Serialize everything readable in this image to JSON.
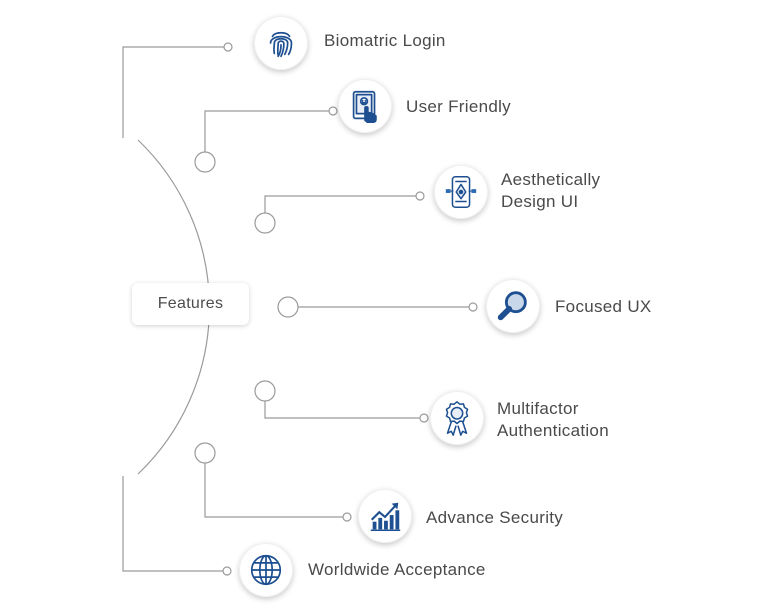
{
  "center": {
    "label": "Features"
  },
  "features": [
    {
      "label": "Biomatric Login",
      "icon": "fingerprint-icon"
    },
    {
      "label": "User Friendly",
      "icon": "touch-tablet-icon"
    },
    {
      "label_lines": [
        "Aesthetically",
        "Design UI"
      ],
      "icon": "mobile-design-icon"
    },
    {
      "label": "Focused UX",
      "icon": "magnifier-icon"
    },
    {
      "label_lines": [
        "Multifactor",
        "Authentication"
      ],
      "icon": "award-ribbon-icon"
    },
    {
      "label": "Advance Security",
      "icon": "growth-chart-icon"
    },
    {
      "label": "Worldwide Acceptance",
      "icon": "globe-icon"
    }
  ],
  "colors": {
    "icon_primary": "#1d4f91",
    "icon_accent": "#2d6bb5",
    "line": "#9a9a9a",
    "text": "#4a4a4a"
  }
}
